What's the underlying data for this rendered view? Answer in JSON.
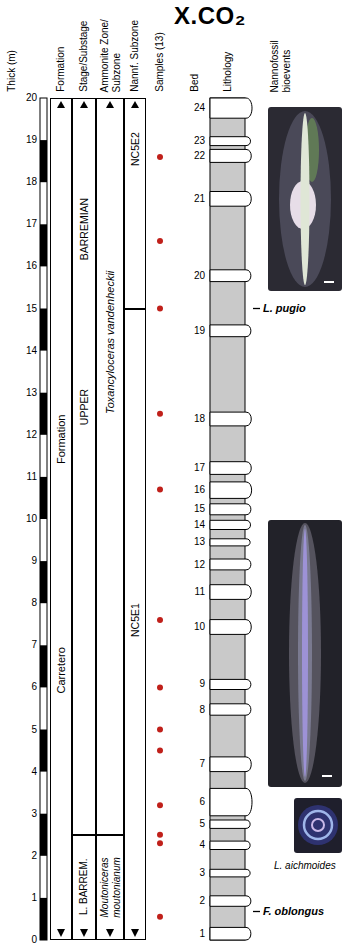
{
  "diagram": {
    "title": "X.CO₂",
    "nodes": [
      {
        "text": [
          "Carretero",
          "Formation"
        ]
      },
      {
        "text": [
          "UPPER",
          "BARREMIAN"
        ]
      },
      {
        "text": [
          "L. BARREM."
        ]
      },
      {
        "text": [
          "Toxancyloceras vandenheckii"
        ]
      },
      {
        "text": [
          "Moutoniceras moutonianum"
        ]
      },
      {
        "text": [
          "NC5E2"
        ]
      },
      {
        "text": [
          "NC5E1"
        ]
      }
    ],
    "labels": [
      "Thick (m)",
      "Formation",
      "Stage/Substage",
      "Ammonite Zone/ Subzone",
      "Nannf. Subzone",
      "Samples (13)",
      "Bed",
      "Lithology",
      "Nannofossil bioevents",
      "0",
      "1",
      "2",
      "3",
      "4",
      "5",
      "6",
      "7",
      "8",
      "9",
      "10",
      "11",
      "12",
      "13",
      "14",
      "15",
      "16",
      "17",
      "18",
      "19",
      "20",
      "1",
      "2",
      "3",
      "4",
      "5",
      "6",
      "7",
      "8",
      "9",
      "10",
      "11",
      "12",
      "13",
      "14",
      "15",
      "16",
      "17",
      "18",
      "19",
      "20",
      "21",
      "22",
      "23",
      "24",
      "L. pugio",
      "L. aichmoides",
      "F. oblongus"
    ]
  }
}
